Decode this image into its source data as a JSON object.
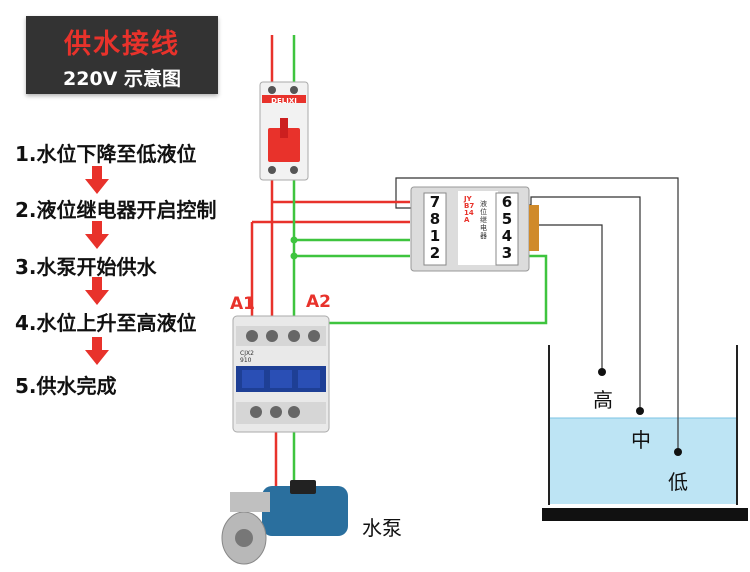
{
  "title": {
    "main": "供水接线",
    "sub": "220V 示意图"
  },
  "steps": [
    "1.水位下降至低液位",
    "2.液位继电器开启控制",
    "3.水泵开始供水",
    "4.水位上升至高液位",
    "5.供水完成"
  ],
  "breaker": {
    "brand": "DELIXI"
  },
  "relay": {
    "model": "JYB714A",
    "subtitle": "液位继电器",
    "left_terminals": [
      "7",
      "8",
      "1",
      "2"
    ],
    "right_terminals": [
      "6",
      "5",
      "4",
      "3"
    ]
  },
  "contactor": {
    "a1": "A1",
    "a2": "A2",
    "model": "CJX2",
    "rating": "910"
  },
  "pump": {
    "label": "水泵"
  },
  "tank": {
    "high": "高",
    "mid": "中",
    "low": "低"
  },
  "colors": {
    "red": "#e8322b",
    "green": "#3ec43e",
    "arrow": "#e8322b",
    "wire": "#333333",
    "water": "#bde4f4"
  }
}
